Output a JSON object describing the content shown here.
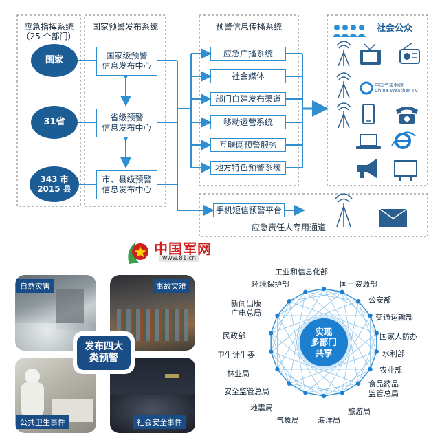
{
  "cmd_system": {
    "title": "应急指挥系统",
    "subtitle": "（25 个部门）"
  },
  "release_system": {
    "title": "国家预警发布系统"
  },
  "broadcast_system": {
    "title": "预警信息传播系统"
  },
  "levels": [
    {
      "circle": "国家",
      "center": [
        "国家级预警",
        "信息发布中心"
      ]
    },
    {
      "circle": "31省",
      "center": [
        "省级预警",
        "信息发布中心"
      ]
    },
    {
      "circle": [
        "343 市",
        "2015 县"
      ],
      "center": [
        "市、县级预警",
        "信息发布中心"
      ]
    }
  ],
  "channels": [
    "应急广播系统",
    "社会媒体",
    "部门自建发布渠道",
    "移动运营系统",
    "互联网预警服务",
    "地方特色预警系统"
  ],
  "public_label": "社会公众",
  "tv_logo": {
    "cn": "中国气象频道",
    "en": "China Weather TV"
  },
  "sms": {
    "platform": "手机短信预警平台",
    "channel": "应急责任人专用通道"
  },
  "logo": {
    "name": "中国军网",
    "url": "www.81.cn"
  },
  "warnings": {
    "center": [
      "发布四大",
      "类预警"
    ],
    "types": [
      "自然灾害",
      "事故灾难",
      "公共卫生事件",
      "社会安全事件"
    ]
  },
  "sharing": {
    "center": [
      "实现",
      "多部门",
      "共享"
    ],
    "depts": [
      "工业和信息化部",
      "国土资源部",
      "公安部",
      "交通运输部",
      "国家人防办",
      "水利部",
      "农业部",
      [
        "食品药品",
        "监管总局"
      ],
      "旅游局",
      "海洋局",
      "气象局",
      "地震局",
      "安全监管总局",
      "林业局",
      "卫生计生委",
      "民政部",
      [
        "新闻出版",
        "广电总局"
      ],
      "环境保护部"
    ]
  },
  "colors": {
    "accent": "#2f8fd0",
    "dark": "#1d5d96",
    "caption": "#1a4d85",
    "logo_red": "#cc1f1f"
  },
  "icons": [
    "crowd-icon",
    "antenna-icon",
    "tv-icon",
    "radio-icon",
    "weather-tv-logo-icon",
    "phone-icon",
    "telephone-icon",
    "laptop-icon",
    "ie-icon",
    "megaphone-icon",
    "billboard-icon",
    "envelope-icon"
  ]
}
